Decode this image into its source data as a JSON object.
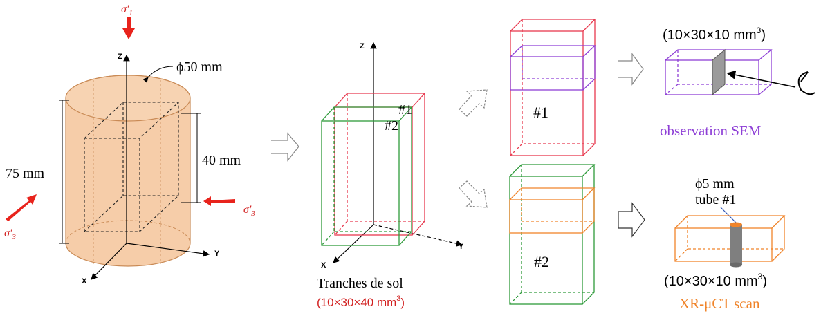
{
  "colors": {
    "cylinder_fill": "#f5c8a0",
    "cylinder_edge": "#c98a55",
    "stress": "#e8231c",
    "slice1": "#e8394f",
    "slice2": "#2e9a3a",
    "sem": "#8e3fd6",
    "ct": "#f0842a",
    "text_red": "#d22020",
    "tube": "#7f7f7f"
  },
  "cylinder": {
    "diameter_label": "ϕ50 mm",
    "height_label": "75 mm",
    "inner_height_label": "40 mm",
    "sigma1_base": "σ'",
    "sigma1_sub": "1",
    "sigma3_base": "σ'",
    "sigma3_sub": "3",
    "axis_z": "Z",
    "axis_y": "Y",
    "axis_x": "X"
  },
  "slices": {
    "axis_z": "Z",
    "axis_y": "Y",
    "axis_x": "X",
    "label_1": "#1",
    "label_2": "#2",
    "caption": "Tranches de sol",
    "dims": "(10×30×40 mm",
    "dims_sup": "3",
    "dims_close": ")"
  },
  "slice_views": {
    "label_1": "#1",
    "label_2": "#2"
  },
  "sem": {
    "dims": "(10×30×10 mm",
    "dims_sup": "3",
    "dims_close": ")",
    "label": "observation  SEM"
  },
  "ct": {
    "tube_diameter": "ϕ5 mm",
    "tube_label": "tube #1",
    "dims": "(10×30×10 mm",
    "dims_sup": "3",
    "dims_close": ")",
    "label": "XR-μCT scan"
  },
  "icons": {
    "process_arrows": [
      "arrow-right-outline",
      "arrow-diagonal-up-outline",
      "arrow-diagonal-down-outline",
      "arrow-right-outline",
      "arrow-right-outline"
    ],
    "eye": "eye-icon"
  }
}
